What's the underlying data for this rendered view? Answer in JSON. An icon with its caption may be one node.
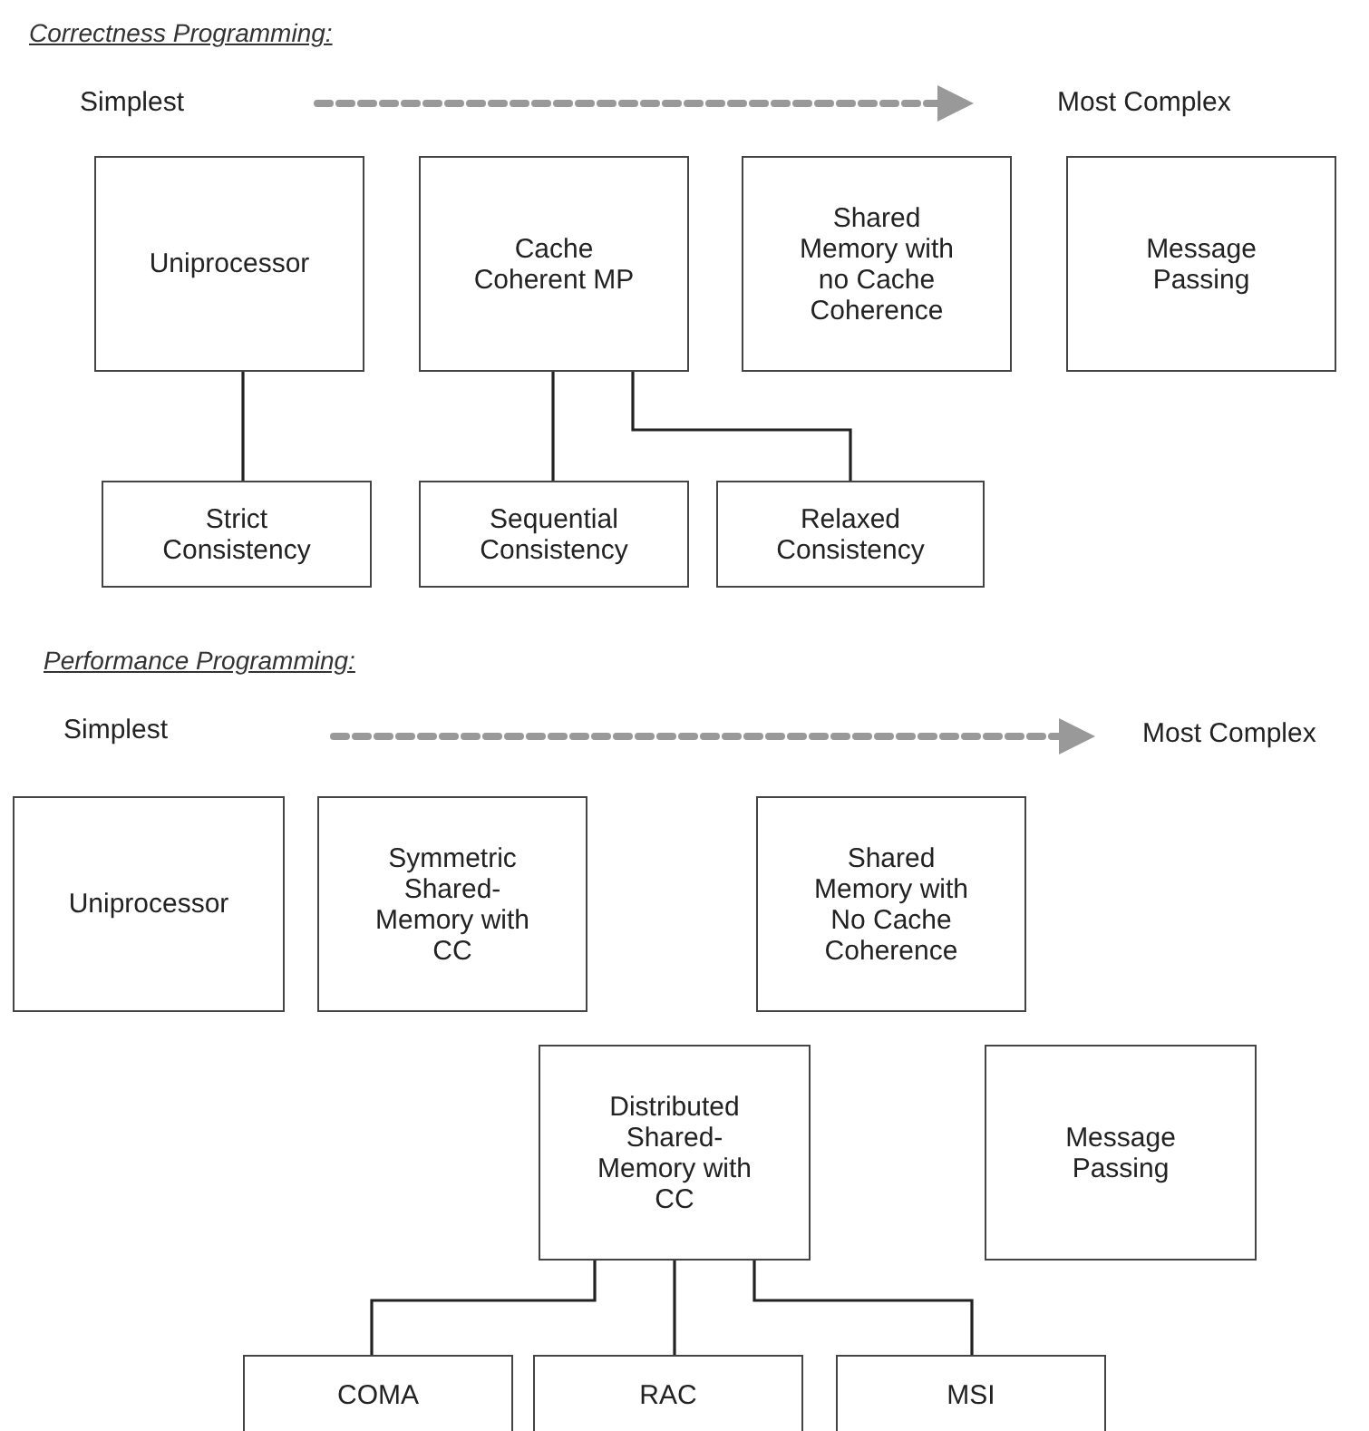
{
  "diagram": {
    "nodes": [
      {
        "text": [
          "Uniprocessor"
        ]
      },
      {
        "text": [
          "Cache Coherent MP"
        ]
      },
      {
        "text": [
          "Shared Memory with no Cache Coherence"
        ]
      },
      {
        "text": [
          "Message Passing"
        ]
      },
      {
        "text": [
          "Strict Consistency"
        ]
      },
      {
        "text": [
          "Sequential Consistency"
        ]
      },
      {
        "text": [
          "Relaxed Consistency"
        ]
      },
      {
        "text": [
          "Uniprocessor"
        ]
      },
      {
        "text": [
          "Symmetric Shared-Memory with CC"
        ]
      },
      {
        "text": [
          "Shared Memory with No Cache Coherence"
        ]
      },
      {
        "text": [
          "Distributed Shared-Memory with CC"
        ]
      },
      {
        "text": [
          "Message Passing"
        ]
      },
      {
        "text": [
          "COMA"
        ]
      },
      {
        "text": [
          "RAC"
        ]
      },
      {
        "text": [
          "MSI"
        ]
      }
    ],
    "edges": [
      {
        "from": 0,
        "to": 4,
        "arrow": "none"
      },
      {
        "from": 1,
        "to": 5,
        "arrow": "none"
      },
      {
        "from": 1,
        "to": 6,
        "arrow": "none"
      },
      {
        "from": 10,
        "to": 12,
        "arrow": "none"
      },
      {
        "from": 10,
        "to": 13,
        "arrow": "none"
      },
      {
        "from": 10,
        "to": 14,
        "arrow": "none"
      }
    ],
    "labels": [
      "Correctness Programming:",
      "Simplest",
      "Most Complex",
      "Performance Programming:",
      "Simplest",
      "Most Complex"
    ]
  }
}
